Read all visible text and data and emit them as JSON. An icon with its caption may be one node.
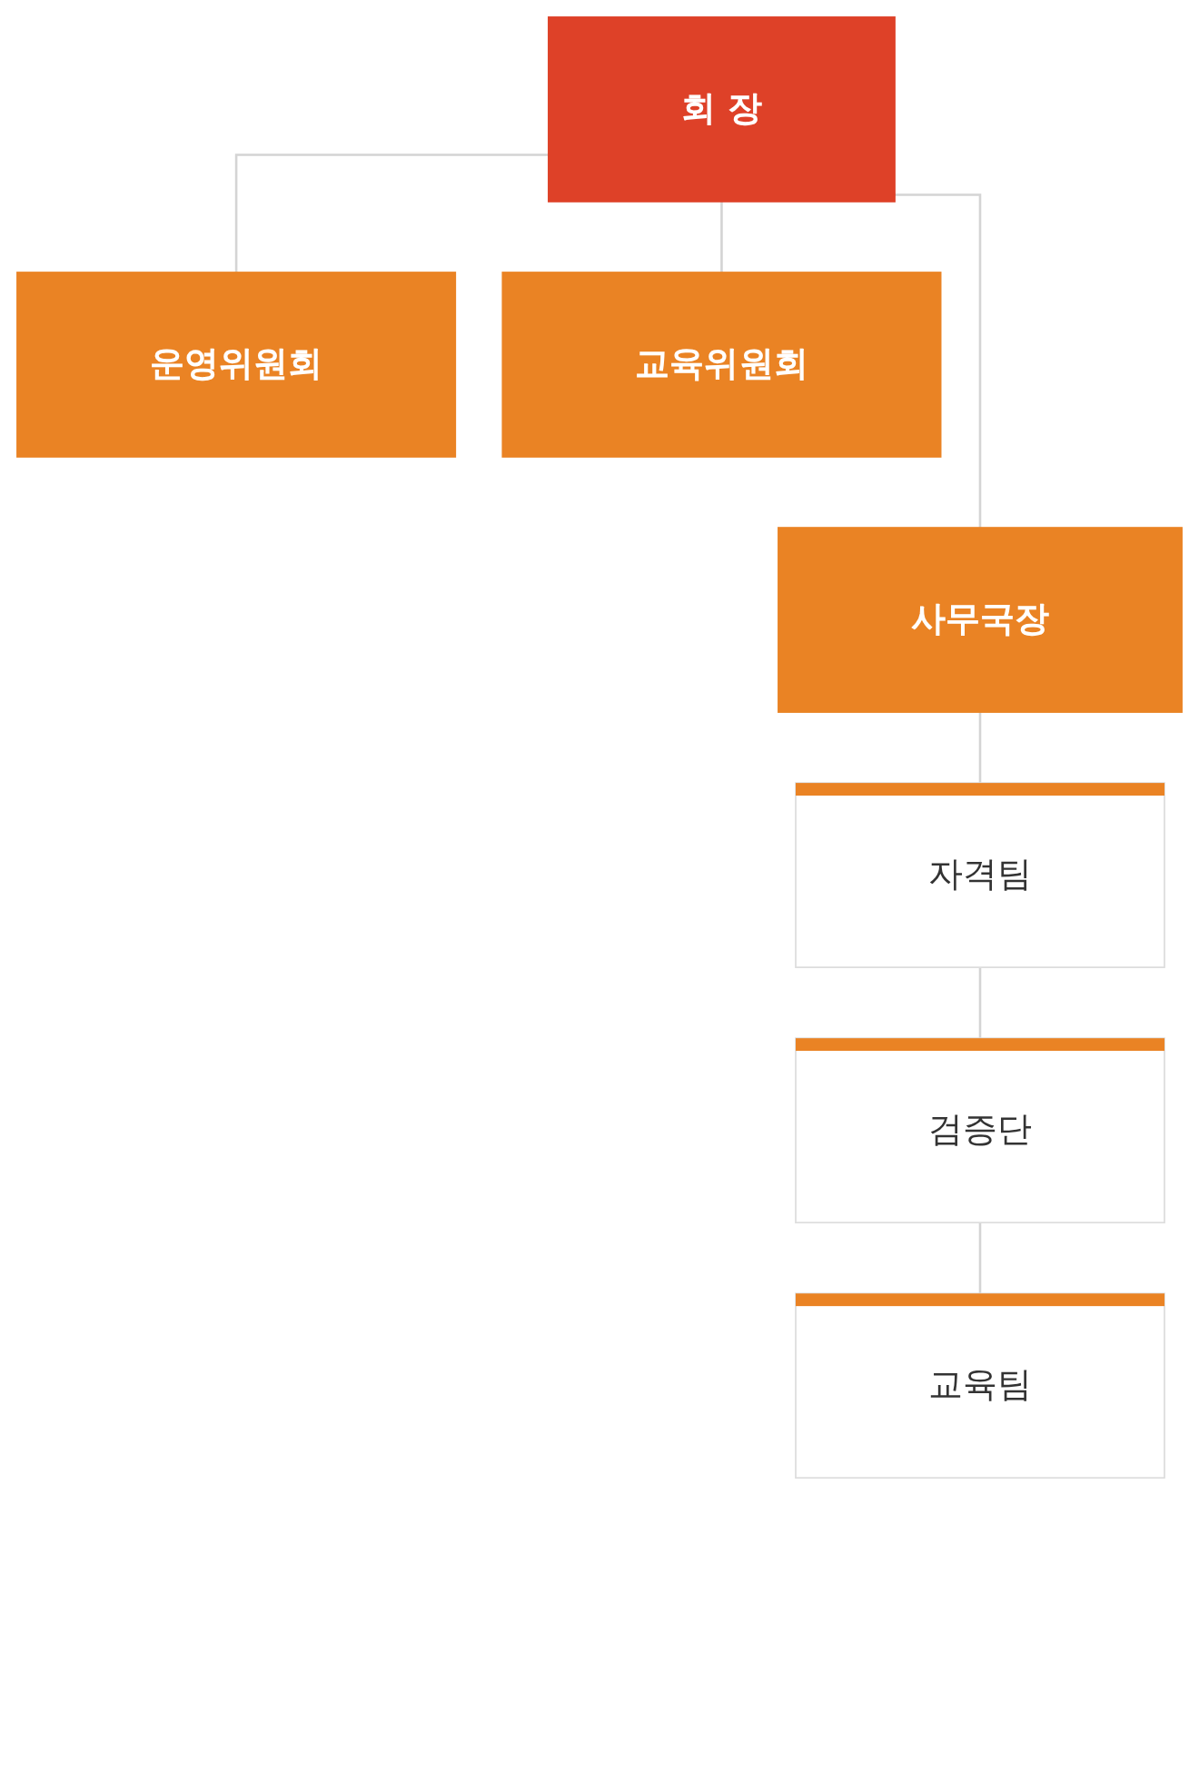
{
  "diagram": {
    "nodes": [
      {
        "text": [
          "회 장"
        ]
      },
      {
        "text": [
          "운영위원회"
        ]
      },
      {
        "text": [
          "교육위원회"
        ]
      },
      {
        "text": [
          "사무국장"
        ]
      },
      {
        "text": [
          "자격팀"
        ]
      },
      {
        "text": [
          "검증단"
        ]
      },
      {
        "text": [
          "교육팀"
        ]
      }
    ],
    "edges": [
      {
        "from": 0,
        "to": 1,
        "arrow": "none"
      },
      {
        "from": 0,
        "to": 2,
        "arrow": "none"
      },
      {
        "from": 0,
        "to": 3,
        "arrow": "none"
      },
      {
        "from": 3,
        "to": 4,
        "arrow": "none"
      },
      {
        "from": 4,
        "to": 5,
        "arrow": "none"
      },
      {
        "from": 5,
        "to": 6,
        "arrow": "none"
      }
    ]
  }
}
